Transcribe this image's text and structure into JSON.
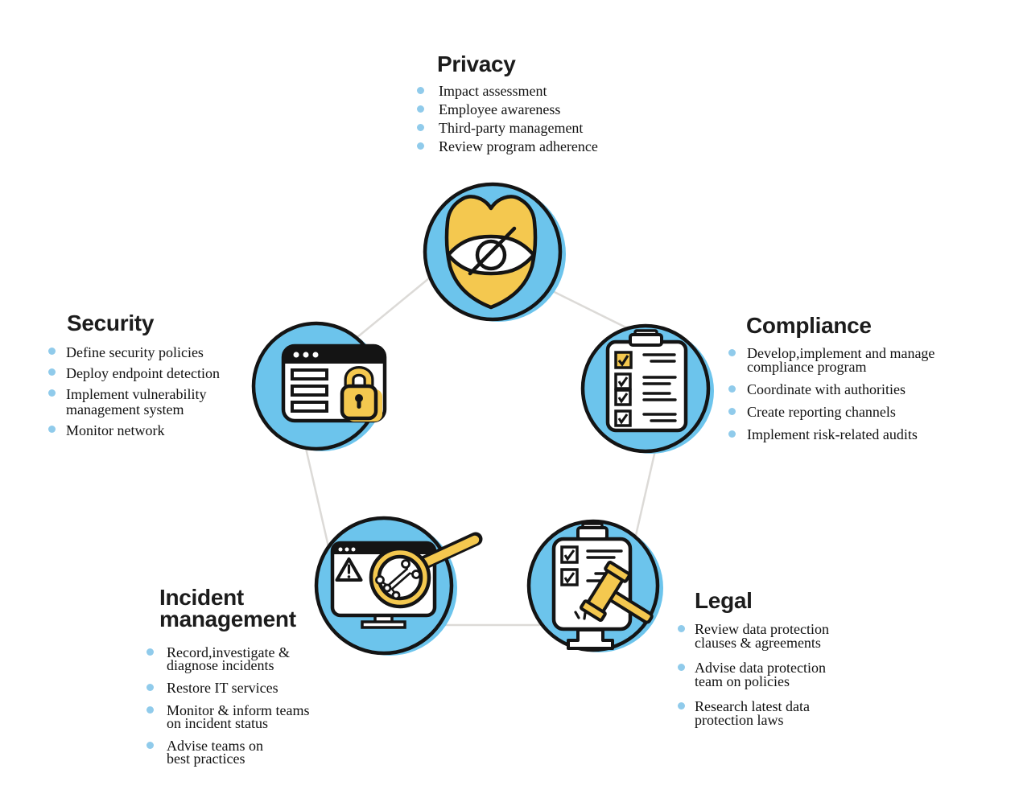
{
  "colors": {
    "circle_blue": "#6CC4EC",
    "accent_yellow": "#F4C84F",
    "bullet_blue": "#90CBEB",
    "connector_gray": "#DCDAD7",
    "outline_black": "#141414"
  },
  "sections": {
    "privacy": {
      "title": "Privacy",
      "icon": "shield-eye-privacy-icon",
      "items": [
        [
          "Impact assessment"
        ],
        [
          "Employee awareness"
        ],
        [
          "Third-party management"
        ],
        [
          "Review program adherence"
        ]
      ]
    },
    "security": {
      "title": "Security",
      "icon": "browser-padlock-icon",
      "items": [
        [
          "Define security policies"
        ],
        [
          "Deploy endpoint detection"
        ],
        [
          "Implement vulnerability",
          "management system"
        ],
        [
          "Monitor network"
        ]
      ]
    },
    "compliance": {
      "title": "Compliance",
      "icon": "checklist-clipboard-icon",
      "items": [
        [
          "Develop,implement and manage",
          "compliance program"
        ],
        [
          "Coordinate with authorities"
        ],
        [
          "Create reporting channels"
        ],
        [
          "Implement risk-related audits"
        ]
      ]
    },
    "legal": {
      "title": "Legal",
      "icon": "clipboard-gavel-icon",
      "items": [
        [
          "Review data protection",
          "clauses & agreements"
        ],
        [
          "Advise data protection",
          "team on policies"
        ],
        [
          "Research latest data",
          "protection laws"
        ]
      ]
    },
    "incident": {
      "title_lines": [
        "Incident",
        "management"
      ],
      "icon": "monitor-magnifier-icon",
      "items": [
        [
          "Record,investigate &",
          "diagnose incidents"
        ],
        [
          "Restore IT services"
        ],
        [
          "Monitor & inform teams",
          "on incident status"
        ],
        [
          "Advise teams on",
          "best practices"
        ]
      ]
    }
  }
}
